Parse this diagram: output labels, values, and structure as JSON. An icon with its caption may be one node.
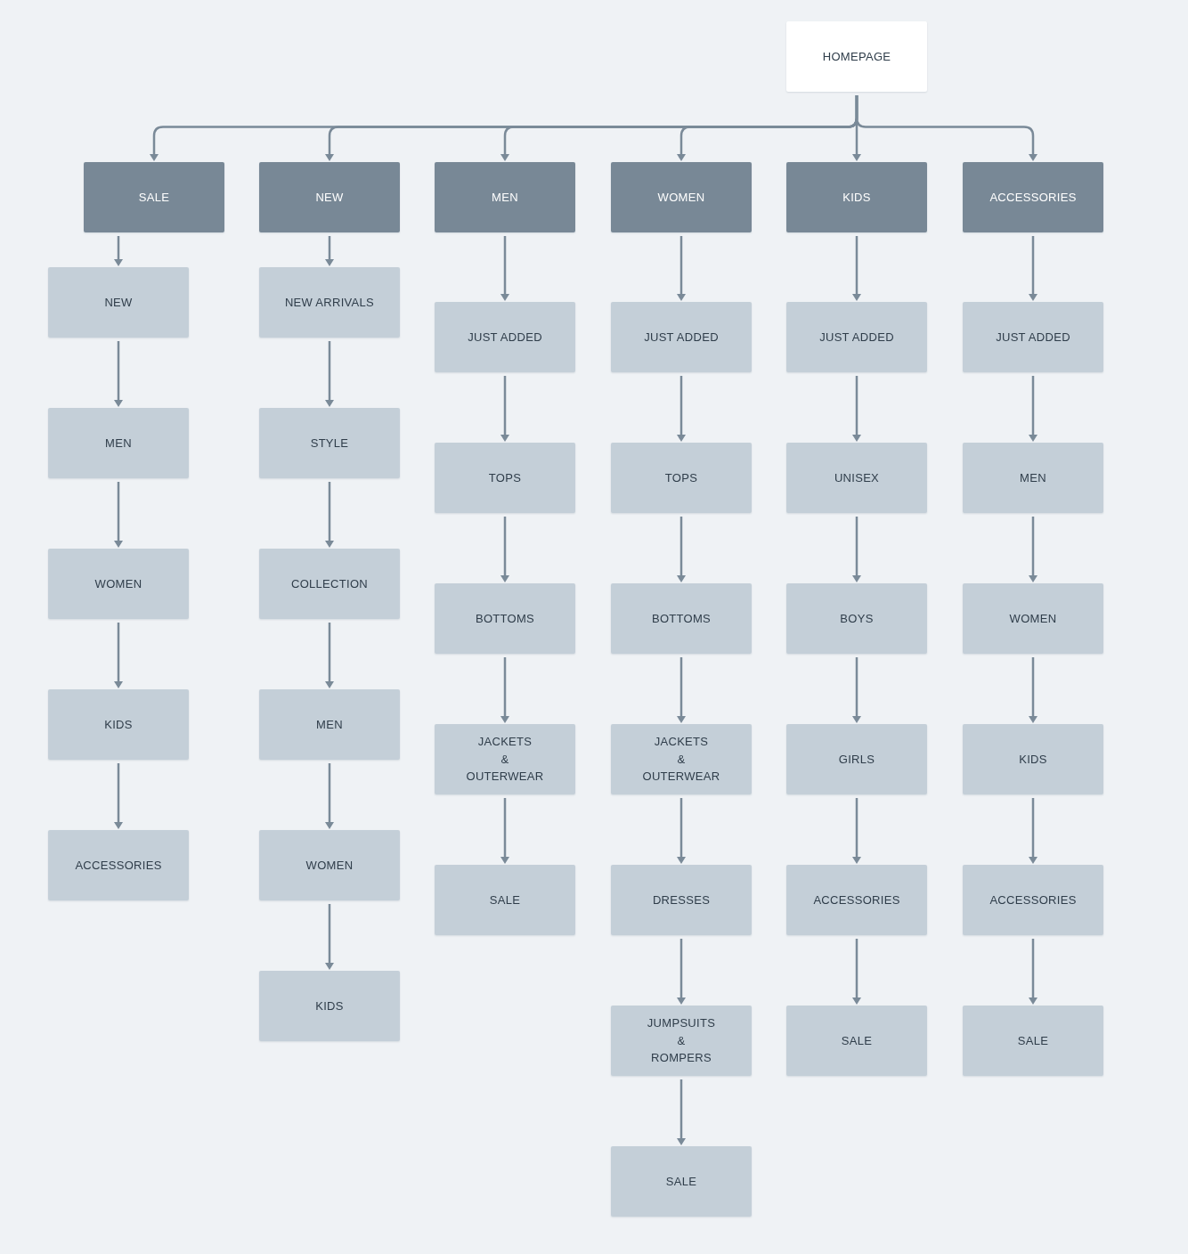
{
  "diagram": {
    "nodes": [
      {
        "text": [
          "HOMEPAGE"
        ]
      },
      {
        "text": [
          "SALE"
        ]
      },
      {
        "text": [
          "NEW"
        ]
      },
      {
        "text": [
          "MEN"
        ]
      },
      {
        "text": [
          "WOMEN"
        ]
      },
      {
        "text": [
          "KIDS"
        ]
      },
      {
        "text": [
          "ACCESSORIES"
        ]
      },
      {
        "text": [
          "NEW"
        ]
      },
      {
        "text": [
          "MEN"
        ]
      },
      {
        "text": [
          "WOMEN"
        ]
      },
      {
        "text": [
          "KIDS"
        ]
      },
      {
        "text": [
          "ACCESSORIES"
        ]
      },
      {
        "text": [
          "NEW ARRIVALS"
        ]
      },
      {
        "text": [
          "STYLE"
        ]
      },
      {
        "text": [
          "COLLECTION"
        ]
      },
      {
        "text": [
          "MEN"
        ]
      },
      {
        "text": [
          "WOMEN"
        ]
      },
      {
        "text": [
          "KIDS"
        ]
      },
      {
        "text": [
          "JUST ADDED"
        ]
      },
      {
        "text": [
          "TOPS"
        ]
      },
      {
        "text": [
          "BOTTOMS"
        ]
      },
      {
        "text": [
          "JACKETS & OUTERWEAR"
        ]
      },
      {
        "text": [
          "SALE"
        ]
      },
      {
        "text": [
          "JUST ADDED"
        ]
      },
      {
        "text": [
          "TOPS"
        ]
      },
      {
        "text": [
          "BOTTOMS"
        ]
      },
      {
        "text": [
          "JACKETS & OUTERWEAR"
        ]
      },
      {
        "text": [
          "DRESSES"
        ]
      },
      {
        "text": [
          "JUMPSUITS & ROMPERS"
        ]
      },
      {
        "text": [
          "SALE"
        ]
      },
      {
        "text": [
          "JUST ADDED"
        ]
      },
      {
        "text": [
          "UNISEX"
        ]
      },
      {
        "text": [
          "BOYS"
        ]
      },
      {
        "text": [
          "GIRLS"
        ]
      },
      {
        "text": [
          "ACCESSORIES"
        ]
      },
      {
        "text": [
          "SALE"
        ]
      },
      {
        "text": [
          "JUST ADDED"
        ]
      },
      {
        "text": [
          "MEN"
        ]
      },
      {
        "text": [
          "WOMEN"
        ]
      },
      {
        "text": [
          "KIDS"
        ]
      },
      {
        "text": [
          "ACCESSORIES"
        ]
      },
      {
        "text": [
          "SALE"
        ]
      }
    ],
    "edges": [
      {
        "from": 0,
        "to": 1,
        "arrow": "to"
      },
      {
        "from": 0,
        "to": 2,
        "arrow": "to"
      },
      {
        "from": 0,
        "to": 3,
        "arrow": "to"
      },
      {
        "from": 0,
        "to": 4,
        "arrow": "to"
      },
      {
        "from": 0,
        "to": 5,
        "arrow": "to"
      },
      {
        "from": 0,
        "to": 6,
        "arrow": "to"
      },
      {
        "from": 1,
        "to": 7,
        "arrow": "to"
      },
      {
        "from": 7,
        "to": 8,
        "arrow": "to"
      },
      {
        "from": 8,
        "to": 9,
        "arrow": "to"
      },
      {
        "from": 9,
        "to": 10,
        "arrow": "to"
      },
      {
        "from": 10,
        "to": 11,
        "arrow": "to"
      },
      {
        "from": 2,
        "to": 12,
        "arrow": "to"
      },
      {
        "from": 12,
        "to": 13,
        "arrow": "to"
      },
      {
        "from": 13,
        "to": 14,
        "arrow": "to"
      },
      {
        "from": 14,
        "to": 15,
        "arrow": "to"
      },
      {
        "from": 15,
        "to": 16,
        "arrow": "to"
      },
      {
        "from": 16,
        "to": 17,
        "arrow": "to"
      },
      {
        "from": 3,
        "to": 18,
        "arrow": "to"
      },
      {
        "from": 18,
        "to": 19,
        "arrow": "to"
      },
      {
        "from": 19,
        "to": 20,
        "arrow": "to"
      },
      {
        "from": 20,
        "to": 21,
        "arrow": "to"
      },
      {
        "from": 21,
        "to": 22,
        "arrow": "to"
      },
      {
        "from": 4,
        "to": 23,
        "arrow": "to"
      },
      {
        "from": 23,
        "to": 24,
        "arrow": "to"
      },
      {
        "from": 24,
        "to": 25,
        "arrow": "to"
      },
      {
        "from": 25,
        "to": 26,
        "arrow": "to"
      },
      {
        "from": 26,
        "to": 27,
        "arrow": "to"
      },
      {
        "from": 27,
        "to": 28,
        "arrow": "to"
      },
      {
        "from": 28,
        "to": 29,
        "arrow": "to"
      },
      {
        "from": 5,
        "to": 30,
        "arrow": "to"
      },
      {
        "from": 30,
        "to": 31,
        "arrow": "to"
      },
      {
        "from": 31,
        "to": 32,
        "arrow": "to"
      },
      {
        "from": 32,
        "to": 33,
        "arrow": "to"
      },
      {
        "from": 33,
        "to": 34,
        "arrow": "to"
      },
      {
        "from": 34,
        "to": 35,
        "arrow": "to"
      },
      {
        "from": 6,
        "to": 36,
        "arrow": "to"
      },
      {
        "from": 36,
        "to": 37,
        "arrow": "to"
      },
      {
        "from": 37,
        "to": 38,
        "arrow": "to"
      },
      {
        "from": 38,
        "to": 39,
        "arrow": "to"
      },
      {
        "from": 39,
        "to": 40,
        "arrow": "to"
      },
      {
        "from": 40,
        "to": 41,
        "arrow": "to"
      }
    ]
  }
}
